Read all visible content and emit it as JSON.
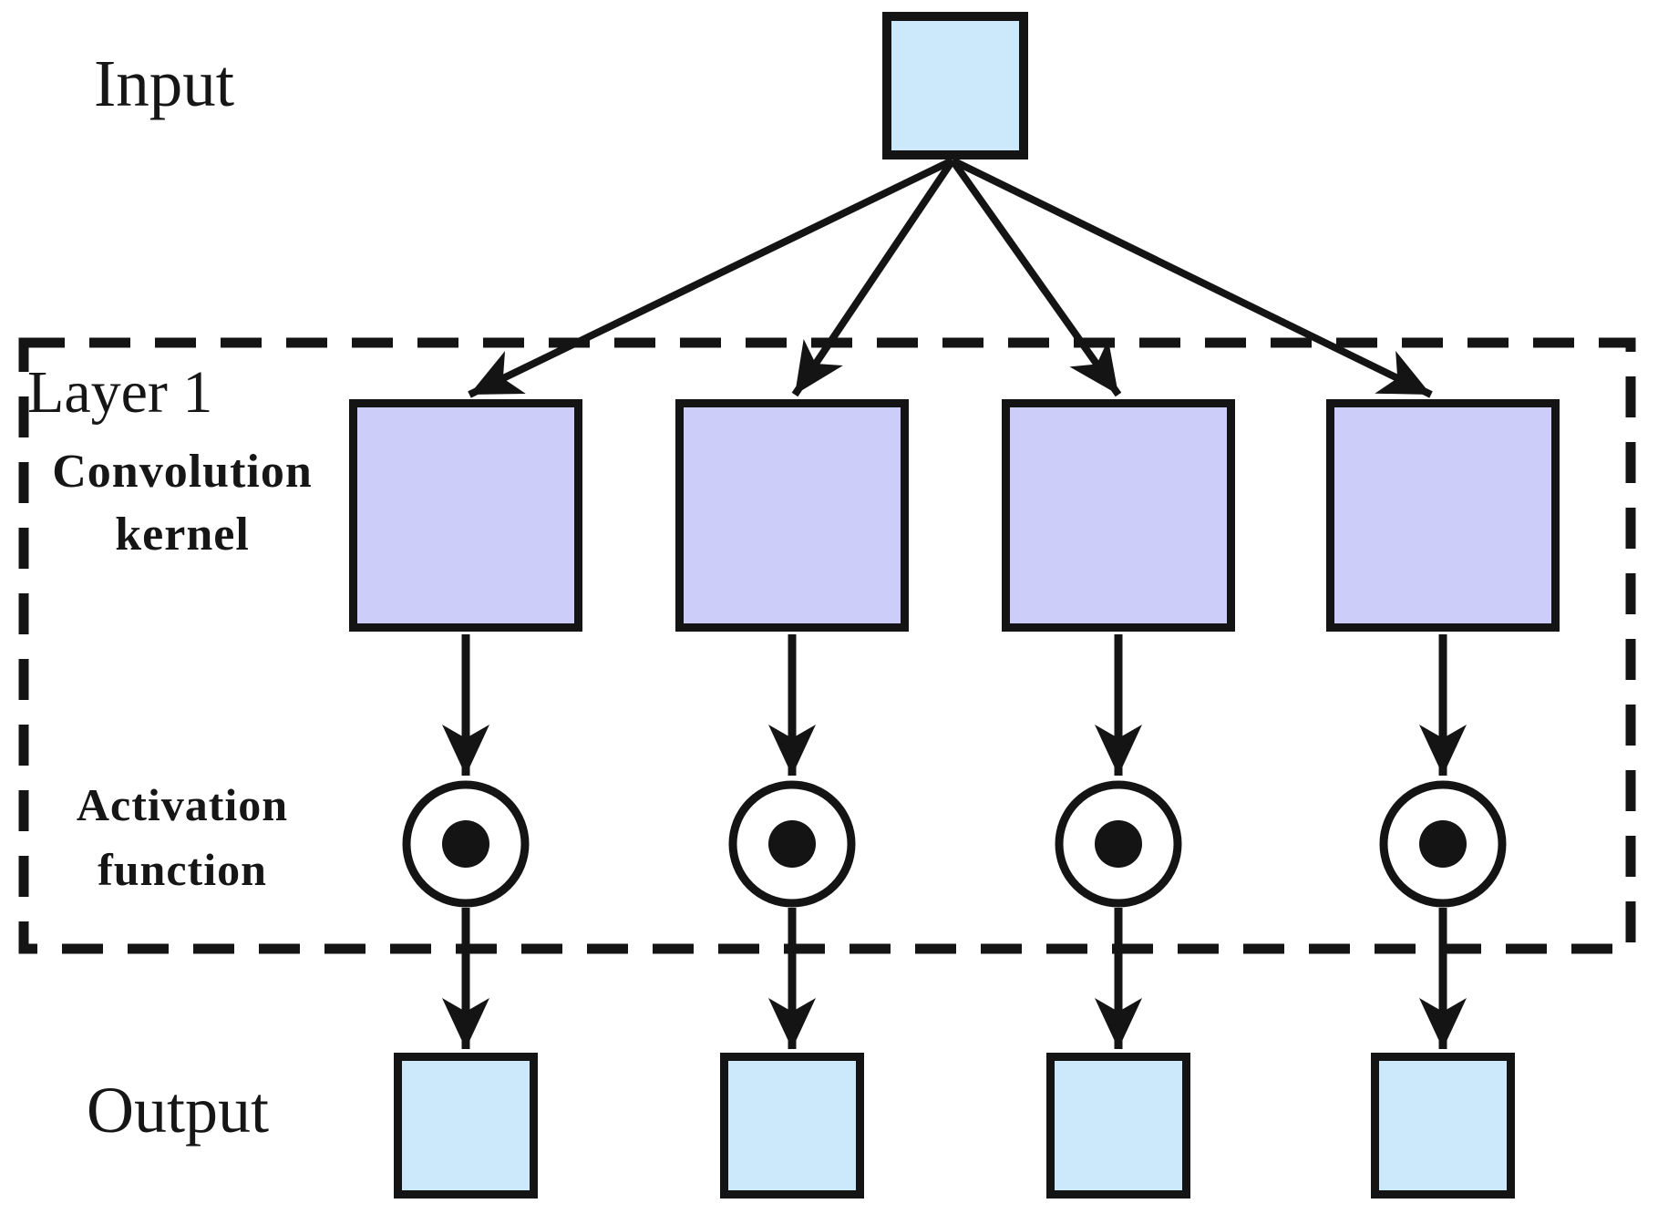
{
  "labels": {
    "input": "Input",
    "layer": "Layer 1",
    "convolution_kernel": "Convolution\nkernel",
    "activation_function": "Activation\nfunction",
    "output": "Output"
  },
  "structure": {
    "column_count": 4,
    "input_node_count": 1,
    "kernel_node_count": 4,
    "activation_node_count": 4,
    "output_node_count": 4,
    "flow": "input -> convolution kernels -> activation functions -> outputs"
  },
  "colors": {
    "io_node_fill": "#cbe9fb",
    "kernel_fill": "#cccdf8",
    "line": "#141414",
    "background": "#ffffff"
  }
}
